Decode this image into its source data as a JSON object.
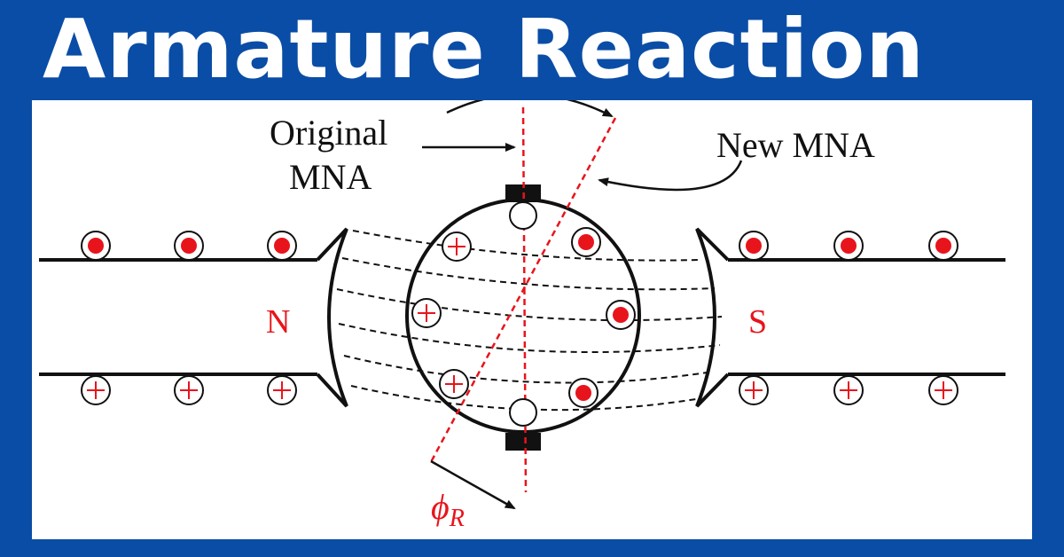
{
  "title": "Armature Reaction",
  "diagram": {
    "labels": {
      "original_line1": "Original",
      "original_line2": "MNA",
      "new_mna": "New MNA",
      "north": "N",
      "south": "S",
      "phi": "ϕ",
      "phi_sub": "R"
    },
    "colors": {
      "background": "#0a4da6",
      "panel": "#ffffff",
      "accent": "#e8141c",
      "ink": "#111111"
    }
  }
}
